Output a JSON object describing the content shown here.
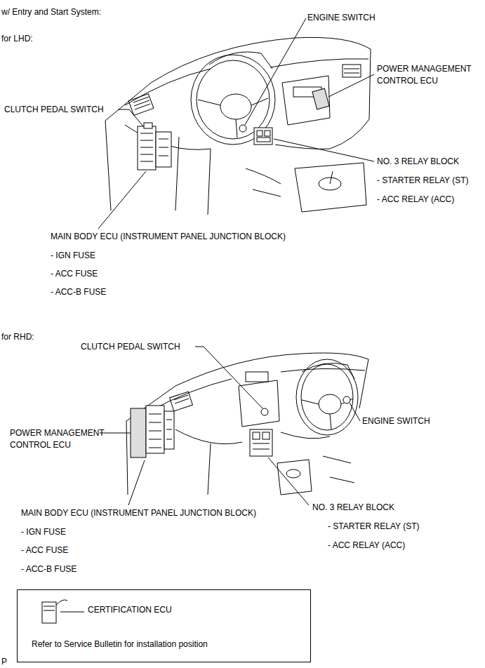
{
  "diagram": {
    "title": "w/ Entry and Start System:",
    "nodes": [
      {
        "text": [
          "CERTIFICATION ECU",
          "Refer to Service Bulletin for installation position"
        ]
      }
    ],
    "labels": [
      "for LHD:",
      "ENGINE SWITCH",
      "POWER MANAGEMENT CONTROL ECU",
      "CLUTCH PEDAL SWITCH",
      "NO. 3 RELAY BLOCK",
      "- STARTER RELAY (ST)",
      "- ACC RELAY (ACC)",
      "MAIN BODY ECU (INSTRUMENT PANEL JUNCTION BLOCK)",
      "- IGN FUSE",
      "- ACC FUSE",
      "- ACC-B FUSE",
      "for RHD:",
      "CLUTCH PEDAL SWITCH",
      "POWER MANAGEMENT CONTROL ECU",
      "ENGINE SWITCH",
      "MAIN BODY ECU (INSTRUMENT PANEL JUNCTION BLOCK)",
      "- IGN FUSE",
      "- ACC FUSE",
      "- ACC-B FUSE",
      "NO. 3 RELAY BLOCK",
      "- STARTER RELAY (ST)",
      "- ACC RELAY (ACC)",
      "P"
    ]
  }
}
